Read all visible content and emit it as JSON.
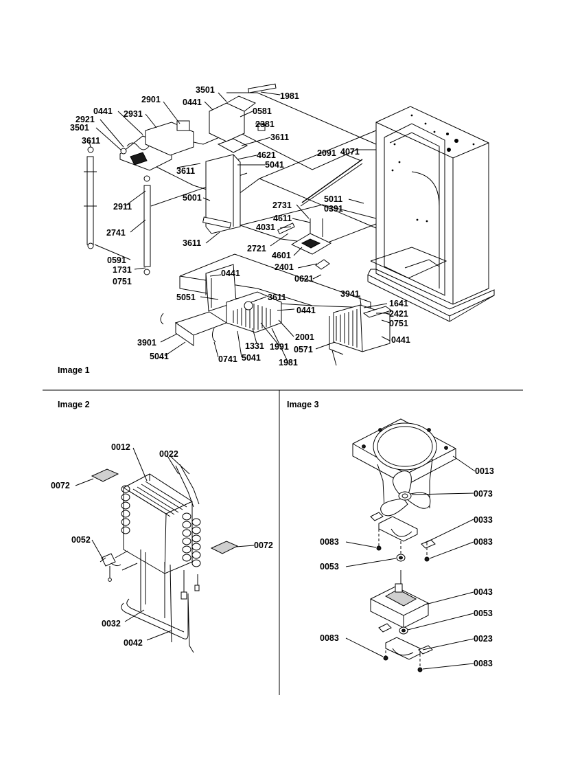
{
  "panels": {
    "image1": "Image 1",
    "image2": "Image 2",
    "image3": "Image 3"
  },
  "image1_callouts": [
    "3501",
    "1981",
    "0441",
    "0581",
    "2901",
    "2381",
    "0441",
    "2931",
    "3611",
    "2921",
    "3501",
    "4621",
    "5041",
    "3611",
    "2091",
    "3611",
    "4071",
    "2911",
    "5001",
    "5011",
    "0391",
    "2741",
    "2731",
    "4611",
    "4031",
    "3611",
    "2721",
    "4601",
    "2401",
    "0591",
    "1731",
    "0621",
    "0751",
    "0441",
    "5051",
    "3611",
    "0441",
    "3941",
    "1641",
    "2421",
    "0751",
    "2001",
    "0441",
    "3901",
    "1331",
    "1991",
    "0571",
    "5041",
    "0741",
    "5041",
    "1981"
  ],
  "image2_callouts": [
    "0012",
    "0022",
    "0072",
    "0072",
    "0052",
    "0032",
    "0042"
  ],
  "image3_callouts": [
    "0013",
    "0073",
    "0033",
    "0083",
    "0083",
    "0053",
    "0043",
    "0053",
    "0083",
    "0023",
    "0083"
  ]
}
